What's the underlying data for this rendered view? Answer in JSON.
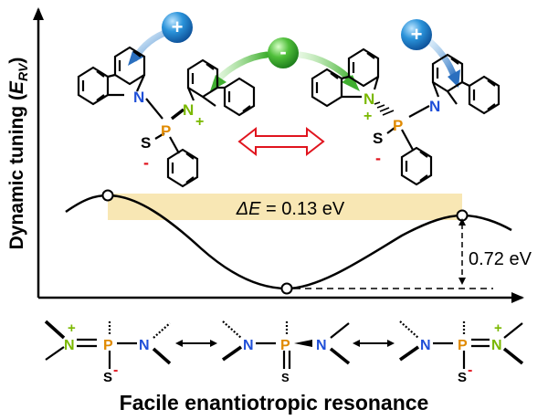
{
  "y_axis_label": {
    "prefix": "Dynamic tuning (",
    "symbol": "E",
    "subscript": "RV",
    "suffix": ")"
  },
  "barrier_label": {
    "symbol": "ΔE",
    "value": " = 0.13 eV"
  },
  "depth_label": "0.72 eV",
  "bottom_caption": "Facile enantiotropic resonance",
  "charges": {
    "plus": "+",
    "minus": "-"
  },
  "atoms": {
    "N": "N",
    "P": "P",
    "S": "S"
  },
  "colors": {
    "nitrogen_blue": "#1f4fd8",
    "nitrogen_green": "#7ab800",
    "phosphorus": "#e08a00",
    "sulfur_charge": "#e0141e",
    "barrier_band": "#f8e7b4",
    "resonance_arrow": "#e0141e",
    "plus_ball": "#1f86d0",
    "minus_ball": "#4fbf3a"
  },
  "icons": [
    "plus-ball-icon",
    "minus-ball-icon",
    "double-headed-red-arrow-icon",
    "resonance-arrow-icon"
  ]
}
